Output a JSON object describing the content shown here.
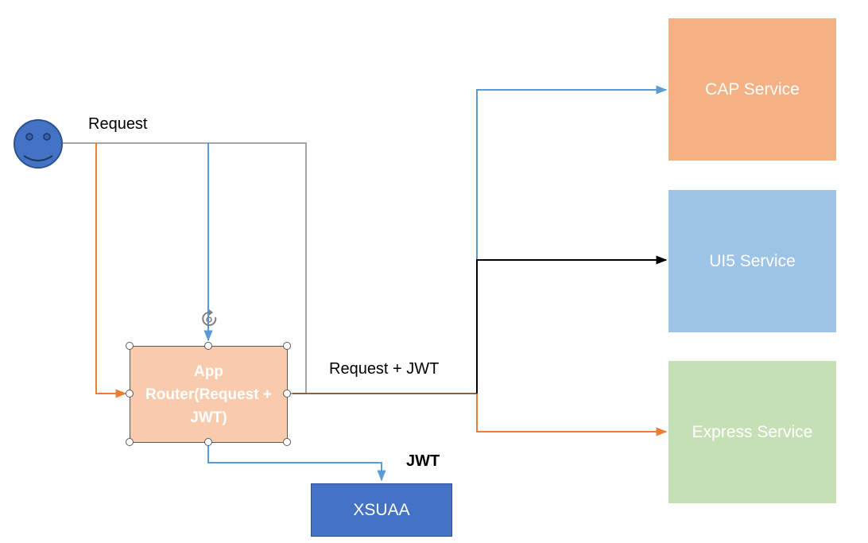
{
  "user": {
    "icon": "smiley-face-icon",
    "color": "#4472c4"
  },
  "labels": {
    "request": "Request",
    "request_jwt": "Request + JWT",
    "jwt": "JWT"
  },
  "app_router": {
    "label": "App Router(Request + JWT)",
    "color": "#f8cbad"
  },
  "xsuaa": {
    "label": "XSUAA",
    "color": "#4472c4"
  },
  "services": [
    {
      "label": "CAP Service",
      "color": "#f4b183"
    },
    {
      "label": "UI5 Service",
      "color": "#9dc3e6"
    },
    {
      "label": "Express Service",
      "color": "#c5e0b4"
    }
  ],
  "connector_colors": {
    "gray": "#a5a5a5",
    "orange": "#ed7d31",
    "blue": "#5b9bd5",
    "black": "#000000"
  }
}
